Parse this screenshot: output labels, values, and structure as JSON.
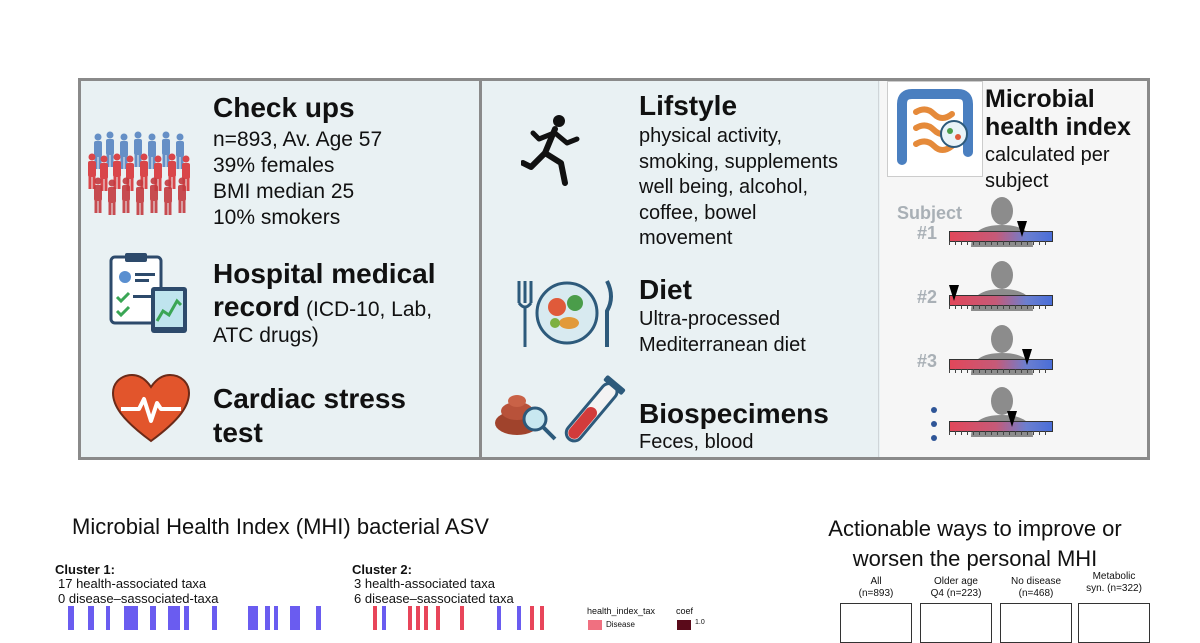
{
  "checkups": {
    "title": "Check ups",
    "lines": [
      "n=893, Av. Age 57",
      "39% females",
      "BMI median 25",
      "10% smokers"
    ]
  },
  "hospital": {
    "title_line1": "Hospital medical",
    "title_word": "record",
    "title_detail": " (ICD-10, Lab,",
    "line3": "ATC drugs)"
  },
  "cardiac": {
    "title_line1": "Cardiac stress",
    "title_line2": "test"
  },
  "lifestyle": {
    "title": "Lifstyle",
    "lines": [
      "physical activity,",
      "smoking, supplements",
      "well being, alcohol,",
      "coffee, bowel",
      "movement"
    ]
  },
  "diet": {
    "title": "Diet",
    "lines": [
      "Ultra-processed",
      "Mediterranean diet"
    ]
  },
  "biospecimens": {
    "title": "Biospecimens",
    "line": "Feces, blood"
  },
  "mhi": {
    "title_line1": "Microbial",
    "title_line2": "health index",
    "sub_line1": "calculated per",
    "sub_line2": "subject",
    "subject_header": "Subject",
    "subjects": [
      {
        "label": "#1",
        "score": 0.72
      },
      {
        "label": "#2",
        "score": 0.05
      },
      {
        "label": "#3",
        "score": 0.76
      },
      {
        "label": "",
        "score": 0.62
      }
    ]
  },
  "bottom_left": {
    "title": "Microbial Health Index (MHI) bacterial ASV",
    "cluster1": {
      "title": "Cluster 1:",
      "line1": "17 health-associated taxa",
      "line2": "0 disease–sassociated-taxa"
    },
    "cluster2": {
      "title": "Cluster 2:",
      "line1": "3 health-associated taxa",
      "line2": "6 disease–sassociated taxa"
    },
    "legend_title": "health_index_tax",
    "legend_item": "Disease",
    "coef_title": "coef",
    "coef_value": "1.0"
  },
  "bottom_right": {
    "title_line1": "Actionable ways to improve or",
    "title_line2": "worsen the personal MHI",
    "groups": [
      {
        "line1": "All",
        "line2": "(n=893)"
      },
      {
        "line1": "Older age",
        "line2": "Q4 (n=223)"
      },
      {
        "line1": "No disease",
        "line2": "(n=468)"
      },
      {
        "line1": "Metabolic",
        "line2": "syn. (n=322)"
      }
    ]
  },
  "colors": {
    "health": "#6a5cf0",
    "disease": "#e8455a",
    "panel_bg": "#e9f1f3",
    "border": "#8a8a8a"
  }
}
